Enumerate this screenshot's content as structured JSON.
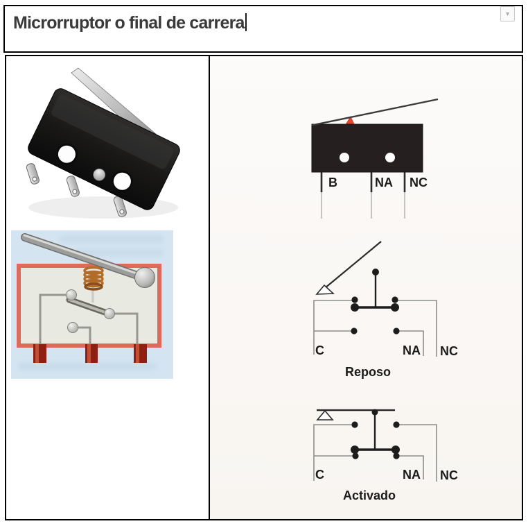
{
  "title": {
    "text": "Microrruptor o final de carrera"
  },
  "toolbar": {
    "dropdown_icon": "▾"
  },
  "diagrams": {
    "pinout": {
      "label_b": "B",
      "label_na": "NA",
      "label_nc": "NC"
    },
    "reposo": {
      "label_c": "C",
      "label_na": "NA",
      "label_nc": "NC",
      "caption": "Reposo"
    },
    "activado": {
      "label_c": "C",
      "label_na": "NA",
      "label_nc": "NC",
      "caption": "Activado"
    }
  },
  "images": {
    "photo": "microswitch-photo",
    "mechanism": "microswitch-internal-mechanism",
    "schematics": "microswitch-schematics"
  },
  "colors": {
    "border": "#000000",
    "title_text": "#3a3a3a",
    "switch_body": "#25201f",
    "plunger_red": "#e2462e",
    "mechanism_bg_blue": "#d4e4f1",
    "mechanism_frame_red": "#dd6a5a",
    "mechanism_interior": "#e8eae2",
    "terminal_red": "#8e2012",
    "wire_gray": "#8d8d89",
    "contact_black": "#1d1d1d"
  }
}
